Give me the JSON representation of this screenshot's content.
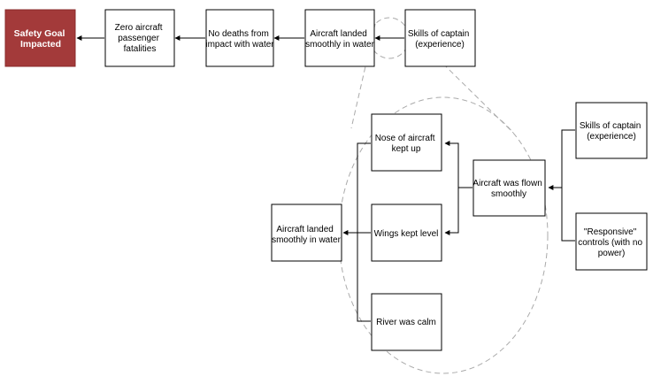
{
  "colors": {
    "goal_fill": "#a33a3a",
    "goal_stroke": "#8a2b2b",
    "dashed_outline": "#aaaaaa"
  },
  "nodes": {
    "goal": {
      "lines": [
        "Safety Goal",
        "Impacted"
      ]
    },
    "zero_fatalities": {
      "lines": [
        "Zero aircraft",
        "passenger",
        "fatalities"
      ]
    },
    "no_deaths_impact": {
      "lines": [
        "No deaths from",
        "impact with water"
      ]
    },
    "landed_smoothly_top": {
      "lines": [
        "Aircraft landed",
        "smoothly in water"
      ]
    },
    "skills_captain_top": {
      "lines": [
        "Skills of captain",
        "(experience)"
      ]
    },
    "nose_kept_up": {
      "lines": [
        "Nose of aircraft",
        "kept up"
      ]
    },
    "wings_kept_level": {
      "lines": [
        "Wings kept level"
      ]
    },
    "river_calm": {
      "lines": [
        "River was calm"
      ]
    },
    "flown_smoothly": {
      "lines": [
        "Aircraft was flown",
        "smoothly"
      ]
    },
    "landed_smoothly_detail": {
      "lines": [
        "Aircraft landed",
        "smoothly in water"
      ]
    },
    "skills_captain_detail": {
      "lines": [
        "Skills of captain",
        "(experience)"
      ]
    },
    "responsive_controls": {
      "lines": [
        "\"Responsive\"",
        "controls (with no",
        "power)"
      ]
    }
  }
}
